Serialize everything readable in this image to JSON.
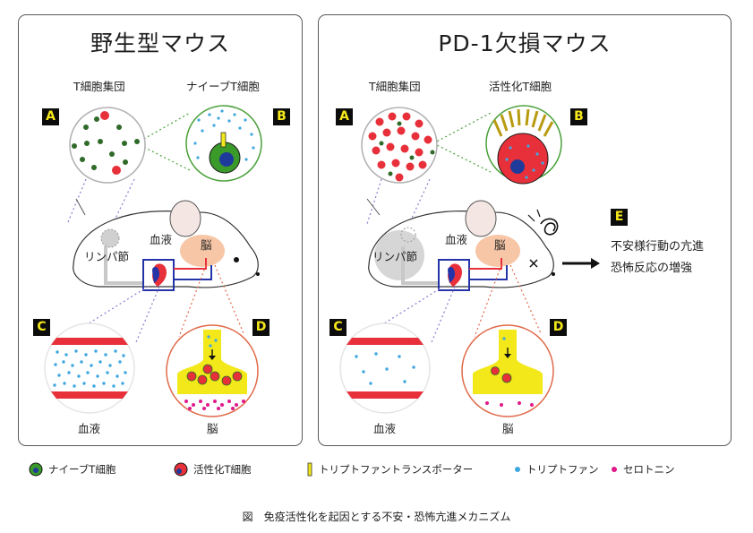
{
  "caption": "図　免疫活性化を起因とする不安・恐怖亢進メカニズム",
  "colors": {
    "active_cell": "#e8303a",
    "naive_cell": "#3a9a2a",
    "nucleus": "#1e3a9a",
    "tryptophan": "#3fa7e0",
    "serotonin": "#e0198a",
    "synapse": "#f2e81a",
    "blood_band": "#e8303a"
  },
  "left": {
    "title": "野生型マウス",
    "t_cells": "T細胞集団",
    "zoom_cell": "ナイーブT細胞",
    "blood_label": "血液",
    "brain_label": "脳",
    "lymph_label": "リンパ節",
    "c_label": "血液",
    "d_label": "脳",
    "badges": {
      "a": "A",
      "b": "B",
      "c": "C",
      "d": "D"
    }
  },
  "right": {
    "title": "PD-1欠損マウス",
    "t_cells": "T細胞集団",
    "zoom_cell": "活性化T細胞",
    "blood_label": "血液",
    "brain_label": "脳",
    "lymph_label": "リンパ節",
    "c_label": "血液",
    "d_label": "脳",
    "badges": {
      "a": "A",
      "b": "B",
      "c": "C",
      "d": "D",
      "e": "E"
    },
    "effects": [
      "不安様行動の亢進",
      "恐怖反応の増強"
    ]
  },
  "legend": {
    "naive": "ナイーブT細胞",
    "active": "活性化T細胞",
    "transporter": "トリプトファントランスポーター",
    "tryptophan": "トリプトファン",
    "serotonin": "セロトニン"
  }
}
